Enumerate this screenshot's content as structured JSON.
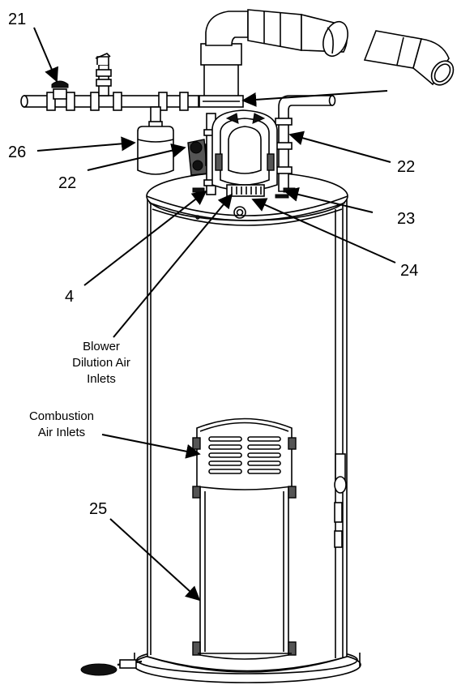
{
  "callouts": {
    "c21": "21",
    "c26": "26",
    "c22_left": "22",
    "c22_right": "22",
    "c23": "23",
    "c24": "24",
    "c4": "4",
    "c25": "25"
  },
  "labels": {
    "blower_line1": "Blower",
    "blower_line2": "Dilution Air",
    "blower_line3": "Inlets",
    "combustion_line1": "Combustion",
    "combustion_line2": "Air Inlets"
  },
  "colors": {
    "line": "#000000",
    "fill": "#ffffff",
    "shade": "#d9d9d9"
  }
}
